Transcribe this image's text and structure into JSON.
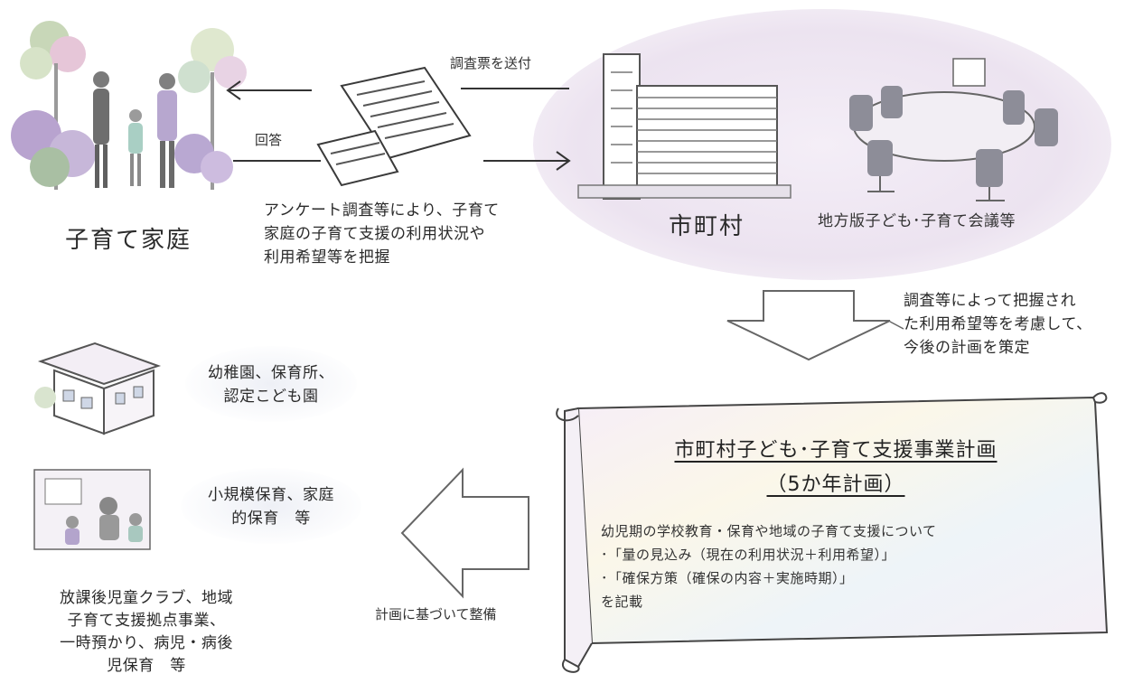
{
  "family": {
    "label": "子育て家庭"
  },
  "survey": {
    "send_label": "調査票を送付",
    "reply_label": "回答",
    "note_lines": [
      "アンケート調査等により、子育て",
      "家庭の子育て支援の利用状況や",
      "利用希望等を把握"
    ]
  },
  "municipality": {
    "label": "市町村",
    "council_label": "地方版子ども･子育て会議等"
  },
  "planning_note": {
    "lines": [
      "調査等によって把握され",
      "た利用希望等を考慮して、",
      "今後の計画を策定"
    ]
  },
  "plan": {
    "title": "市町村子ども･子育て支援事業計画",
    "subtitle": "（5か年計画）",
    "body_lines": [
      "幼児期の学校教育・保育や地域の子育て支援について",
      "･「量の見込み（現在の利用状況＋利用希望）」",
      "･「確保方策（確保の内容＋実施時期）」",
      "を記載"
    ]
  },
  "development": {
    "label": "計画に基づいて整備"
  },
  "facilities": [
    {
      "lines": [
        "幼稚園、保育所、",
        "認定こども園"
      ]
    },
    {
      "lines": [
        "小規模保育、家庭",
        "的保育　等"
      ]
    },
    {
      "lines": [
        "放課後児童クラブ、地域",
        "子育て支援拠点事業、",
        "一時預かり、病児・病後",
        "児保育　等"
      ]
    }
  ]
}
